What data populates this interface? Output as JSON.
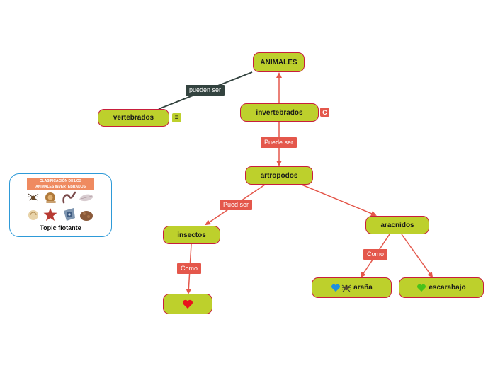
{
  "nodes": {
    "animales": "ANIMALES",
    "vertebrados": "vertebrados",
    "invertebrados": "invertebrados",
    "artropodos": "artropodos",
    "insectos": "insectos",
    "aracnidos": "aracnidos",
    "arana": "araña",
    "escarabajo": "escarabajo"
  },
  "labels": {
    "pueden_ser": "pueden ser",
    "puede_ser": "Puede ser",
    "pued_ser": "Pued ser",
    "como_insectos": "Como",
    "como_aracnidos": "Como"
  },
  "badges": {
    "invertebrados_badge": "C"
  },
  "floating_topic": {
    "image_title_line1": "CLASIFICACIÓN DE LOS",
    "image_title_line2": "ANIMALES INVERTEBRADOS",
    "caption": "Topic flotante"
  },
  "icons": {
    "insectos_child": "red-heart-icon",
    "arana": [
      "blue-heart-icon",
      "spider-icon"
    ],
    "escarabajo": "green-heart-icon",
    "vertebrados_badge": "notes-icon"
  },
  "colors": {
    "node_fill": "#bdd02c",
    "node_border": "#c81e3c",
    "link_red": "#e4574b",
    "link_dark": "#33433f",
    "float_border": "#2e9ad8"
  }
}
